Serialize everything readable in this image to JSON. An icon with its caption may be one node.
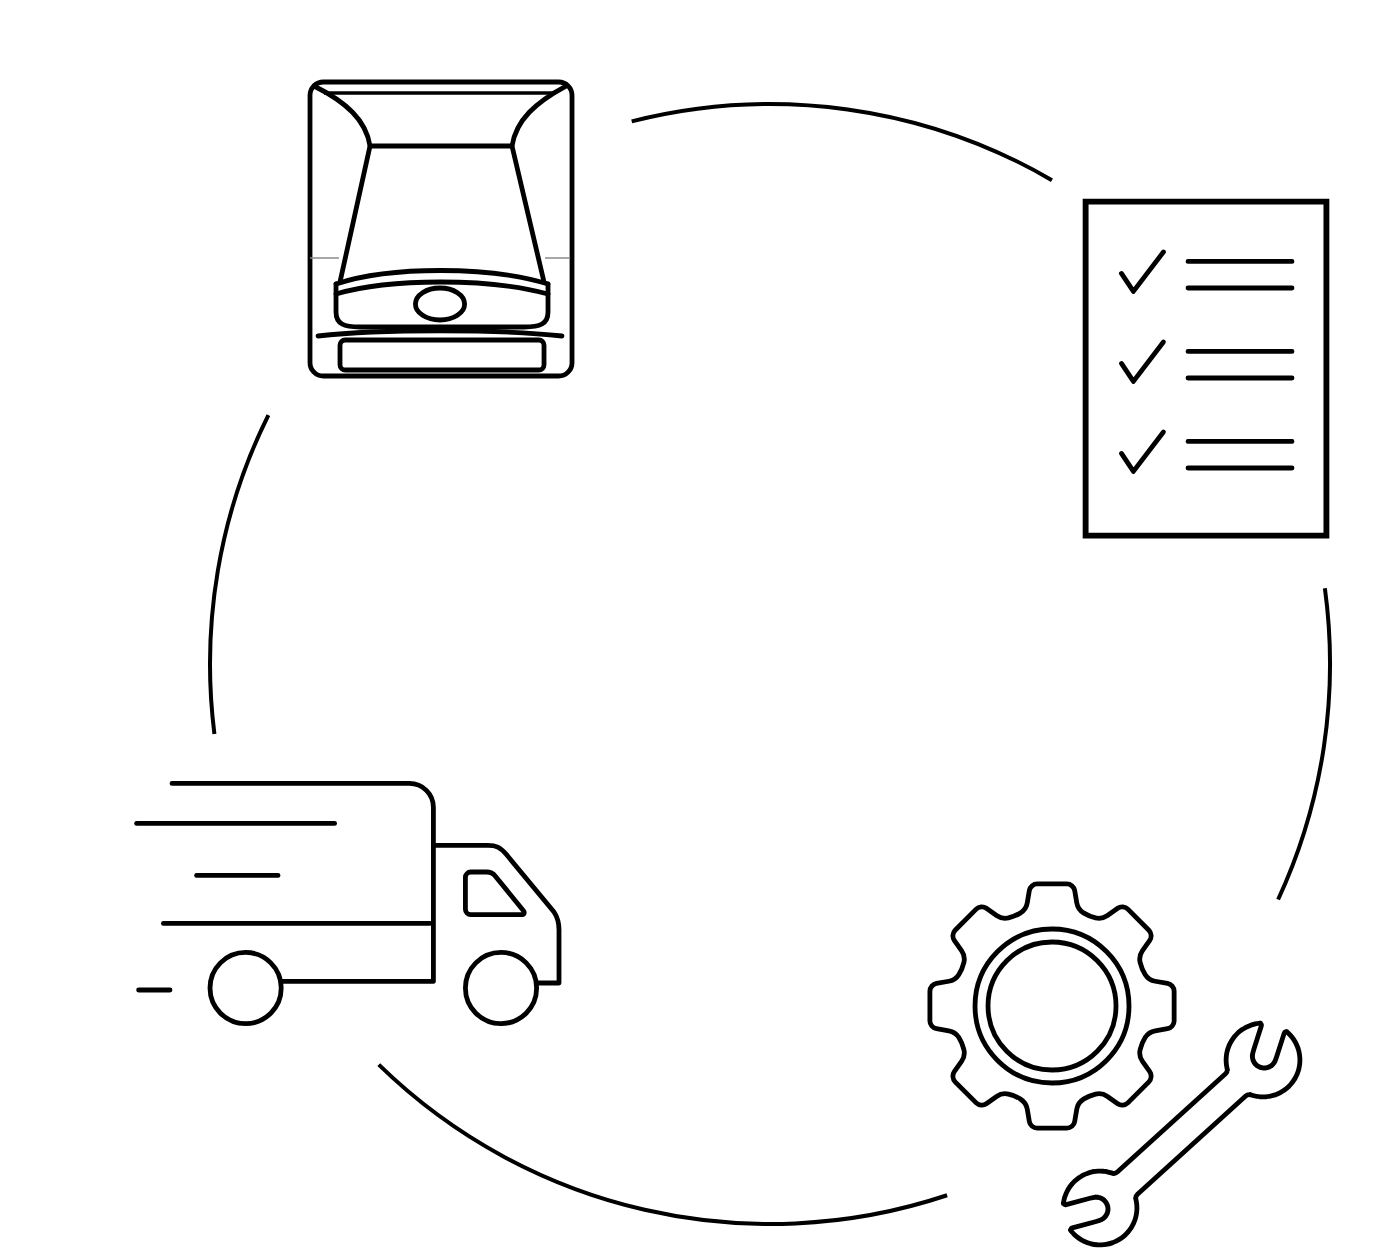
{
  "diagram": {
    "nodes": [
      {
        "text": [],
        "shape": "picture"
      },
      {
        "text": [],
        "shape": "picture"
      },
      {
        "text": [],
        "shape": "picture"
      },
      {
        "text": [],
        "shape": "picture"
      }
    ],
    "edges": [
      {
        "from": 0,
        "to": 1,
        "arrow": "none"
      },
      {
        "from": 1,
        "to": 3,
        "arrow": "none"
      },
      {
        "from": 3,
        "to": 2,
        "arrow": "none"
      },
      {
        "from": 2,
        "to": 0,
        "arrow": "none"
      }
    ]
  }
}
